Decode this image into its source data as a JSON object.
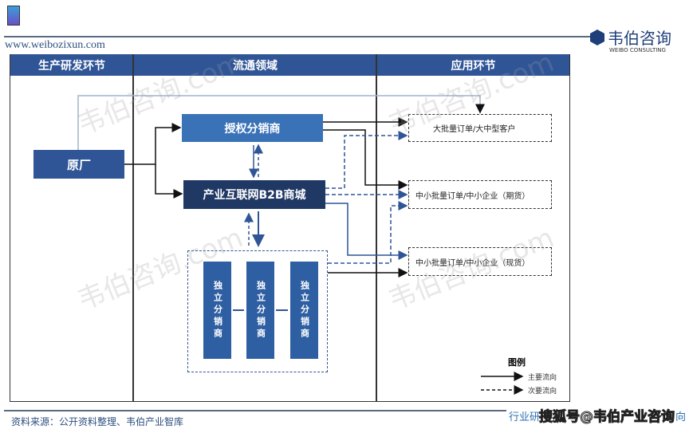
{
  "header": {
    "url": "www.weibozixun.com",
    "brand_cn": "韦伯咨询",
    "brand_en": "WEIBO CONSULTING"
  },
  "columns": [
    "生产研发环节",
    "流通领域",
    "应用环节"
  ],
  "nodes": {
    "factory": "原厂",
    "authorized": "授权分销商",
    "b2b": "产业互联网B2B商城",
    "independent": [
      "独立分销商",
      "独立分销商",
      "独立分销商"
    ]
  },
  "targets": [
    "大批量订单/大中型客户",
    "中小批量订单/中小企业（期货）",
    "中小批量订单/中小企业（现货）"
  ],
  "legend": {
    "title": "图例",
    "main": "主要流向",
    "secondary": "次要流向"
  },
  "footer": {
    "source": "资料来源：公开资料整理、韦伯产业智库",
    "partial": "行业研",
    "partial_end": "向",
    "overlay": "搜狐号@韦伯产业咨询"
  },
  "watermark": "韦伯咨询.com",
  "colors": {
    "header": "#2f5597",
    "b2b": "#203864",
    "authorized": "#3a72b8"
  }
}
